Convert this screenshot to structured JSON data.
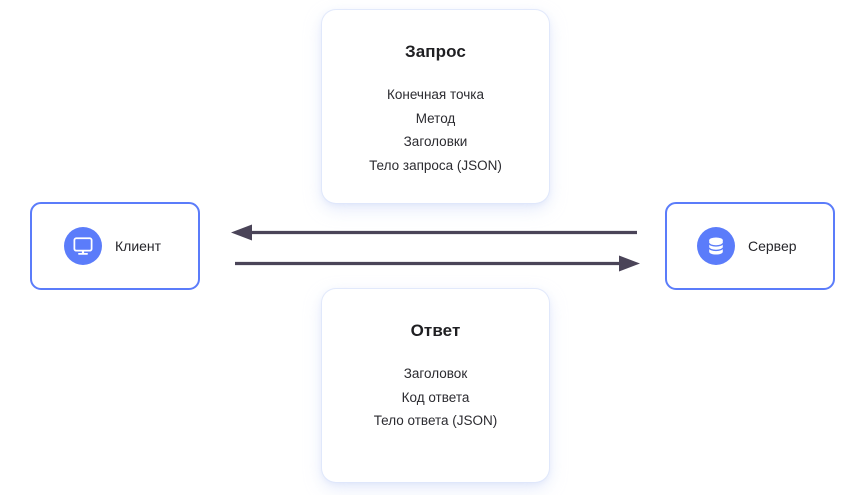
{
  "diagram": {
    "title": "HTTP client-server request and response diagram",
    "background_color": "#ffffff",
    "accent_color": "#5b7cfa",
    "arrow_color": "#4a4458",
    "text_color": "#26262b"
  },
  "nodes": {
    "client": {
      "label": "Клиент",
      "icon": "monitor-icon"
    },
    "server": {
      "label": "Сервер",
      "icon": "database-icon"
    }
  },
  "cards": {
    "request": {
      "title": "Запрос",
      "lines": [
        "Конечная точка",
        "Метод",
        "Заголовки",
        "Тело запроса (JSON)"
      ]
    },
    "response": {
      "title": "Ответ",
      "lines": [
        "Заголовок",
        "Код ответа",
        "Тело ответа (JSON)"
      ]
    }
  },
  "arrows": [
    {
      "name": "response-arrow",
      "direction": "left",
      "from": "server",
      "to": "client",
      "describes": "Ответ"
    },
    {
      "name": "request-arrow",
      "direction": "right",
      "from": "client",
      "to": "server",
      "describes": "Запрос"
    }
  ]
}
